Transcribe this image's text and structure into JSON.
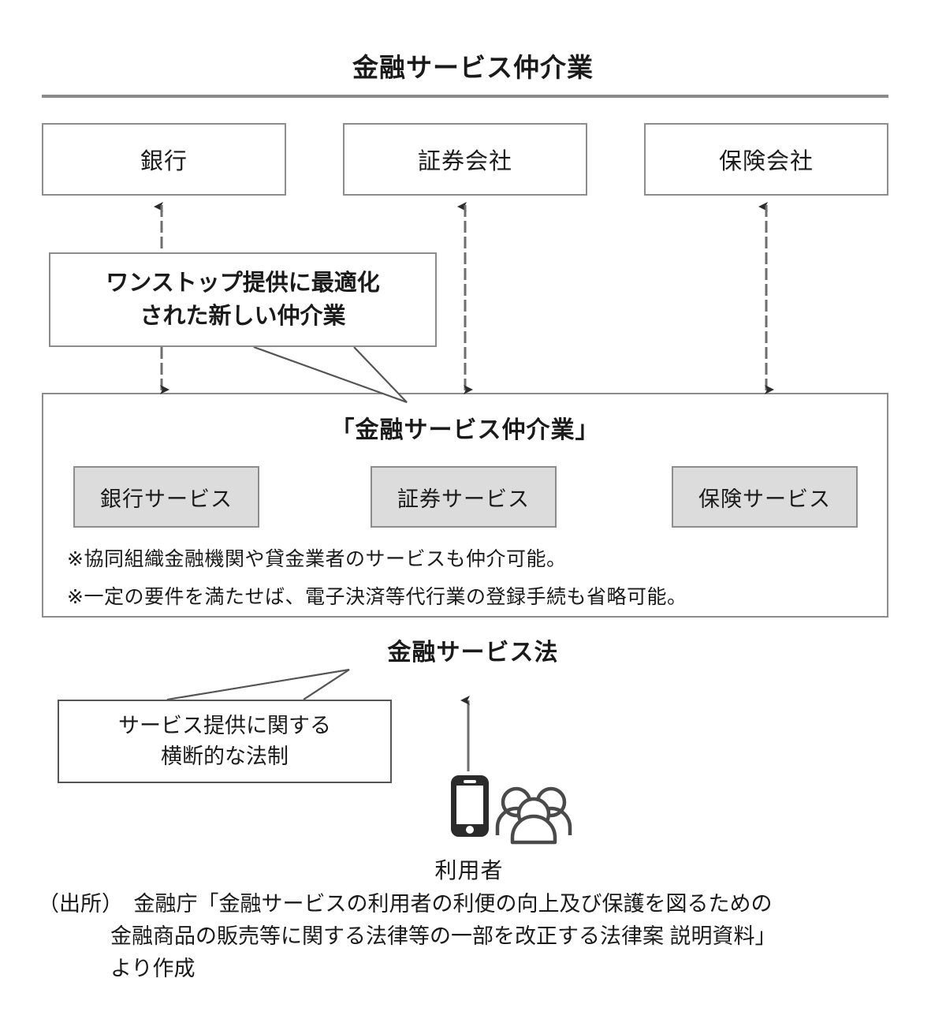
{
  "title": "金融サービス仲介業",
  "providers": [
    {
      "label": "銀行",
      "name": "provider-bank"
    },
    {
      "label": "証券会社",
      "name": "provider-securities"
    },
    {
      "label": "保険会社",
      "name": "provider-insurance"
    }
  ],
  "callout_intermediary": {
    "line1": "ワンストップ提供に最適化",
    "line2": "された新しい仲介業"
  },
  "intermediary": {
    "heading": "「金融サービス仲介業」",
    "services": [
      {
        "label": "銀行サービス"
      },
      {
        "label": "証券サービス"
      },
      {
        "label": "保険サービス"
      }
    ],
    "notes": [
      "※協同組織金融機関や貸金業者のサービスも仲介可能。",
      "※一定の要件を満たせば、電子決済等代行業の登録手続も省略可能。"
    ]
  },
  "law": {
    "heading": "金融サービス法",
    "callout_line1": "サービス提供に関する",
    "callout_line2": "横断的な法制"
  },
  "users": {
    "label": "利用者",
    "icons": [
      "smartphone-icon",
      "people-group-icon"
    ]
  },
  "source": {
    "line1": "（出所）　金融庁「金融サービスの利用者の利便の向上及び保護を図るための",
    "line2": "金融商品の販売等に関する法律等の一部を改正する法律案 説明資料」",
    "line3": "より作成"
  },
  "colors": {
    "rule": "#8a8a8a",
    "box_border": "#8d8d8d",
    "service_fill": "#dcdcdc",
    "text": "#1a1a1a",
    "arrow": "#333333"
  }
}
